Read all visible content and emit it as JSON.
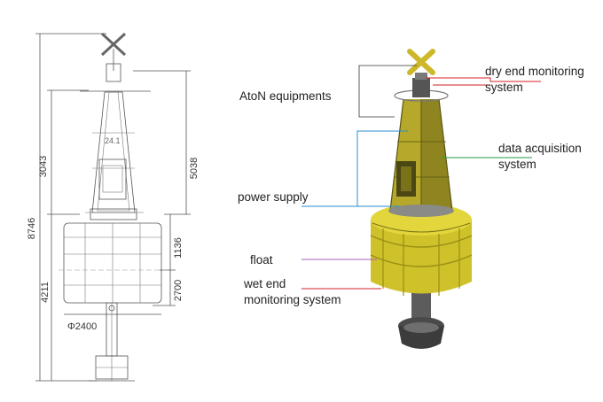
{
  "drawing": {
    "dimensions": [
      "8746",
      "3043",
      "5038",
      "1136",
      "4211",
      "2700",
      "Φ2400"
    ]
  },
  "callouts": [
    {
      "text": "AtoN equipments",
      "color": "#222222"
    },
    {
      "text": "dry end monitoring",
      "color": "#d61f26"
    },
    {
      "text": "system",
      "color": "#d61f26"
    },
    {
      "text": "data acquisition",
      "color": "#1f9a4a"
    },
    {
      "text": "system",
      "color": "#1f9a4a"
    },
    {
      "text": "power supply",
      "color": "#2a8fcf"
    },
    {
      "text": "float",
      "color": "#a35fb5"
    },
    {
      "text": "wet end",
      "color": "#d61f26"
    },
    {
      "text": "monitoring system",
      "color": "#d61f26"
    }
  ]
}
